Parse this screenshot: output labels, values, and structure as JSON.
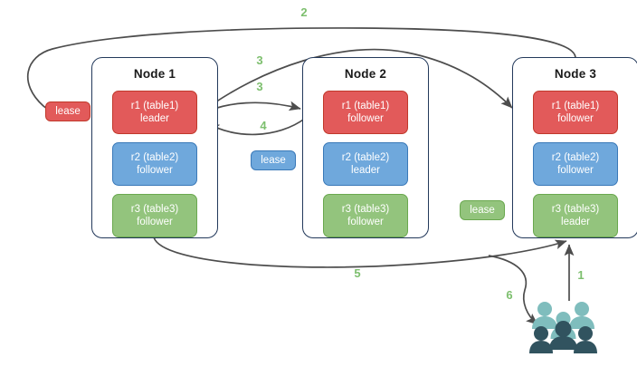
{
  "diagram": {
    "title": "",
    "colors": {
      "node_border": "#23395B",
      "replica_red": "#E25A5A",
      "replica_blue": "#6FA8DC",
      "replica_green": "#93C47D",
      "step_label": "#7DBF6E",
      "arrow": "#4D4D4D",
      "people_light": "#7FBDBD",
      "people_dark": "#31535F"
    },
    "nodes": [
      {
        "title": "Node 1",
        "replicas": [
          {
            "name": "r1 (table1)",
            "role": "leader",
            "color": "red"
          },
          {
            "name": "r2 (table2)",
            "role": "follower",
            "color": "blue"
          },
          {
            "name": "r3 (table3)",
            "role": "follower",
            "color": "green"
          }
        ]
      },
      {
        "title": "Node 2",
        "replicas": [
          {
            "name": "r1 (table1)",
            "role": "follower",
            "color": "red"
          },
          {
            "name": "r2 (table2)",
            "role": "leader",
            "color": "blue"
          },
          {
            "name": "r3 (table3)",
            "role": "follower",
            "color": "green"
          }
        ]
      },
      {
        "title": "Node 3",
        "replicas": [
          {
            "name": "r1 (table1)",
            "role": "follower",
            "color": "red"
          },
          {
            "name": "r2 (table2)",
            "role": "follower",
            "color": "blue"
          },
          {
            "name": "r3 (table3)",
            "role": "leader",
            "color": "green"
          }
        ]
      }
    ],
    "leases": [
      {
        "label": "lease",
        "color": "red"
      },
      {
        "label": "lease",
        "color": "blue"
      },
      {
        "label": "lease",
        "color": "green"
      }
    ],
    "steps": [
      {
        "label": "1"
      },
      {
        "label": "2"
      },
      {
        "label": "3"
      },
      {
        "label": "3"
      },
      {
        "label": "4"
      },
      {
        "label": "5"
      },
      {
        "label": "6"
      }
    ],
    "actor": {
      "icon": "people-group-icon",
      "count": 5
    }
  }
}
